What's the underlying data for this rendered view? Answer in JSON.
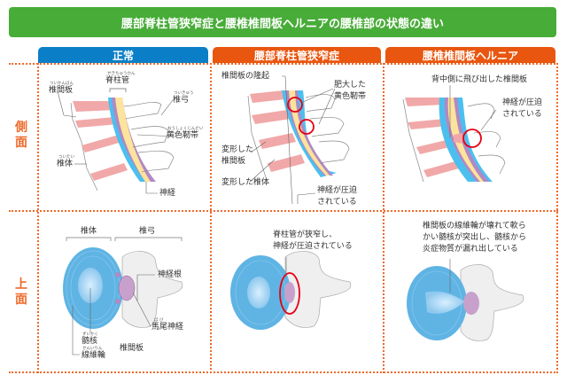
{
  "title": "腰部脊柱管狭窄症と腰椎椎間板ヘルニアの腰椎部の状態の違い",
  "columns": [
    {
      "label": "正常",
      "color": "#0a7fc8"
    },
    {
      "label": "腰部脊柱管狭窄症",
      "color": "#e8560f"
    },
    {
      "label": "腰椎椎間板ヘルニア",
      "color": "#e8560f"
    }
  ],
  "rows": {
    "side": "側面",
    "top": "上面"
  },
  "normal_side": {
    "disc": "椎間板",
    "disc_ruby": "ついかんばん",
    "canal": "脊柱管",
    "canal_ruby": "せきちゅうかん",
    "arch": "椎弓",
    "arch_ruby": "ついきゅう",
    "ligament": "黄色靭帯",
    "ligament_ruby": "おうしょくじんたい",
    "body": "椎体",
    "body_ruby": "ついたい",
    "nerve": "神経"
  },
  "stenosis_side": {
    "disc_bulge": "椎間板の隆起",
    "ligament_line1": "肥大した",
    "ligament_line2": "黄色靭帯",
    "disc_line1": "変形した",
    "disc_line2": "椎間板",
    "body": "変形した椎体",
    "nerve_line1": "神経が圧迫",
    "nerve_line2": "されている"
  },
  "hernia_side": {
    "disc": "背中側に飛び出した椎間板",
    "nerve_line1": "神経が圧迫",
    "nerve_line2": "されている"
  },
  "normal_top": {
    "body": "椎体",
    "arch": "椎弓",
    "root": "神経根",
    "cauda": "馬尾神経",
    "cauda_ruby": "ば び",
    "nucleus": "髄核",
    "nucleus_ruby": "ずいかく",
    "annulus": "線維輪",
    "annulus_ruby": "せんいりん",
    "disc": "椎間板"
  },
  "stenosis_top": {
    "line1": "脊柱管が狭窄し、",
    "line2": "神経が圧迫されている"
  },
  "hernia_top": {
    "line1": "椎間板の線維輪が壊れて軟ら",
    "line2": "かい髄核が突出し、髄核から",
    "line3": "炎症物質が漏れ出している"
  }
}
